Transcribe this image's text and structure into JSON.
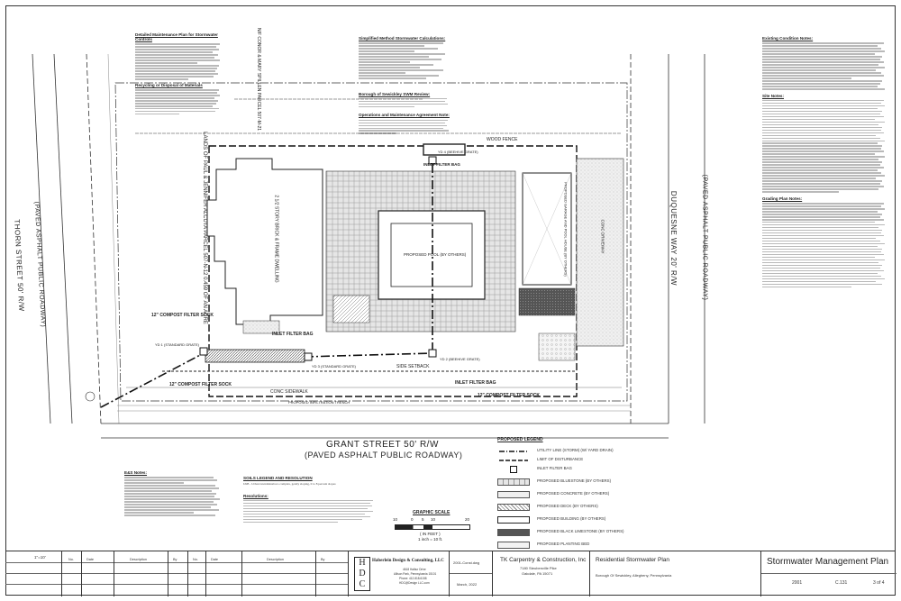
{
  "notes_left": {
    "title": "Detailed Maintenance Plan for Stormwater Controls",
    "recycling_title": "Recycling or Disposal of Materials",
    "es_title": "E&S Notes:"
  },
  "notes_mid": {
    "title": "Simplified Method Stormwater Calculations:",
    "borough_title": "Borough of Sewickley SWM Review:",
    "om_title": "Operations and Maintenance Agreement Note:",
    "soils_title": "SOILS LEGEND AND RESOLUTION",
    "soils_text": "UhB - Urban land-Rainsboro complex, gently sloping, 0 to 8 percent slopes",
    "resolutions_title": "Resolutions:"
  },
  "notes_right": {
    "existing_title": "Existing Condition Notes:",
    "site_title": "Site Notes:",
    "grading_title": "Grading Plan Notes:"
  },
  "plan": {
    "street_bottom_1": "GRANT STREET  50' R/W",
    "street_bottom_2": "(PAVED ASPHALT PUBLIC ROADWAY)",
    "street_left_1": "THORN STREET 50' R/W",
    "street_left_2": "(PAVED ASPHALT PUBLIC ROADWAY)",
    "street_right_1": "DUQUESNE WAY 20' R/W",
    "street_right_2": "(PAVED ASPHALT PUBLIC ROADWAY)",
    "owner_left": "LANDS OF PAUL & JENNIFER ALCUTA PARCEL 507-N-12 0.459 OF AN ACRE",
    "owner_top": "N/F CONOR & MARY SPILLEN PARCEL 507-M-21",
    "dwelling": "2 1/2 STORY BRICK & FRAME DWELLING",
    "pool": "PROPOSED POOL (BY OTHERS)",
    "inlet_filter_top": "INLET FILTER BAG",
    "inlet_filter_mid": "INLET FILTER BAG",
    "inlet_filter_right": "INLET FILTER BAG",
    "compost_left": "12\" COMPOST FILTER SOCK",
    "compost_bottom": "12\" COMPOST FILTER SOCK",
    "compost_right": "12\" COMPOST FILTER SOCK",
    "yd_1": "YD 1 (STANDARD GRATE)",
    "yd_2": "YD 2 (BEEHIVE GRATE)",
    "yd_3": "YD 3 (STANDARD GRATE)",
    "yd_4": "YD 4 (BEEHIVE GRATE)",
    "side_setback": "SIDE SETBACK",
    "sidewalk": "CONC SIDEWALK",
    "wood_fence": "WOOD FENCE",
    "infiltration_trench": "PROPOSED INFILTRATION TRENCH",
    "drive": "CONC DRIVEWAY",
    "garage": "PROPOSED GARAGE AND POOL HOUSE (BY OTHERS)"
  },
  "legend": {
    "title": "PROPOSED LEGEND",
    "items": [
      "UTILITY LINE (STORM) (W/ YARD DRAIN)",
      "LIMIT OF DISTURBANCE",
      "INLET FILTER BAG",
      "PROPOSED BLUESTONE (BY OTHERS)",
      "PROPOSED CONCRETE (BY OTHERS)",
      "PROPOSED DECK (BY OTHERS)",
      "PROPOSED BUILDING (BY OTHERS)",
      "PROPOSED BLACK LIMESTONE (BY OTHERS)",
      "PROPOSED PLANTING BED"
    ]
  },
  "scale": {
    "title": "GRAPHIC SCALE",
    "ticks": [
      "10",
      "0",
      "5",
      "10",
      "20"
    ],
    "unit": "( IN FEET )",
    "ratio": "1 inch = 10 ft."
  },
  "title_block": {
    "scale_value": "1\"=10'",
    "headers": [
      "No.",
      "Date",
      "Description",
      "By",
      "No.",
      "Date",
      "Description",
      "By"
    ],
    "firm": "Haberlein Design & Consulting, LLC",
    "firm_addr_1": "4618 Halbur Drive",
    "firm_addr_2": "Allison Park, Pennsylvania 15101",
    "firm_phone": "Phone: 412.818.6158",
    "firm_email": "HDC@Design LLC.com",
    "cad_file": "2001-Const.dwg",
    "date": "March, 2022",
    "client_1": "TK Carpentry & Construction, Inc",
    "client_2": "7180 Steubenville Pike",
    "client_3": "Oakdale, PA 15071",
    "project_1": "Residential Stormwater Plan",
    "project_2": "Borough Of Sewickley, Allegheny, Pennsylvania",
    "sheet_title": "Stormwater Management Plan",
    "project_no": "2001",
    "drawing_no": "C.131",
    "sheet": "3 of 4"
  }
}
